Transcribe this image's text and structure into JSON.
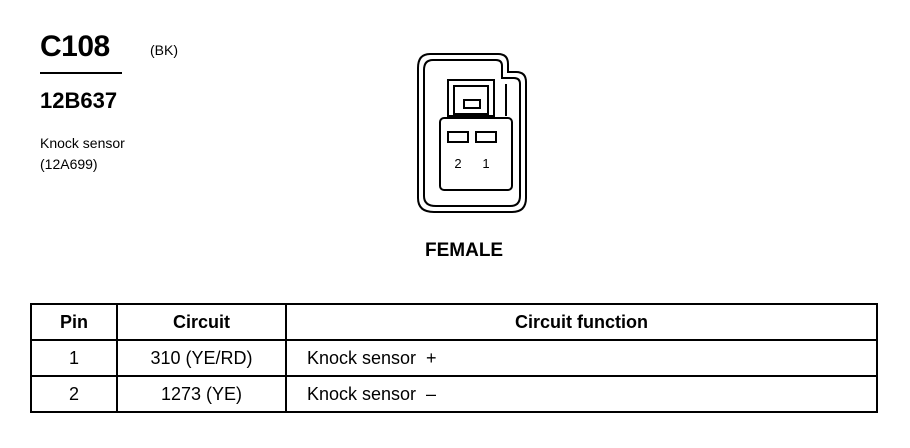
{
  "connector": {
    "id": "C108",
    "color": "(BK)",
    "part_number": "12B637",
    "component_name": "Knock sensor",
    "component_part": "(12A699)"
  },
  "diagram": {
    "pin_labels": [
      "2",
      "1"
    ],
    "view": "FEMALE"
  },
  "table": {
    "headers": [
      "Pin",
      "Circuit",
      "Circuit function"
    ],
    "rows": [
      {
        "pin": "1",
        "circuit": "310 (YE/RD)",
        "function": "Knock sensor  +"
      },
      {
        "pin": "2",
        "circuit": "1273 (YE)",
        "function": "Knock sensor  –"
      }
    ]
  }
}
